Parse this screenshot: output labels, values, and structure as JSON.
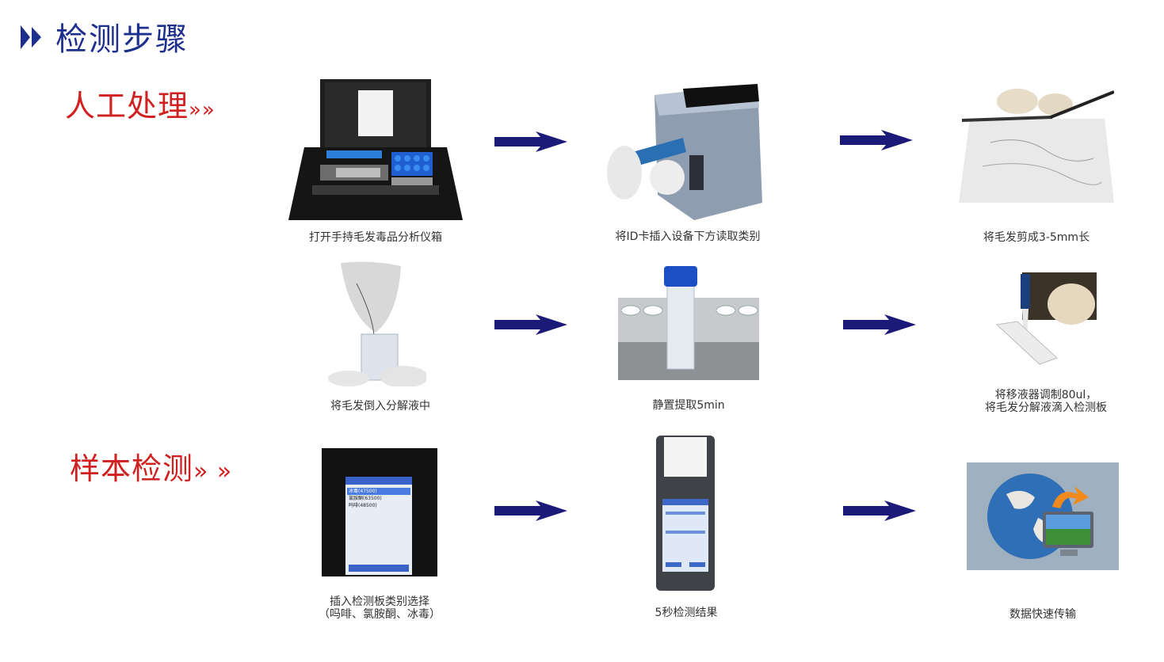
{
  "page": {
    "title": "检测步骤",
    "colors": {
      "title": "#1d2f8c",
      "section": "#d0201f",
      "arrow": "#1c1a78"
    }
  },
  "sections": [
    {
      "label": "人工处理",
      "marker": "»»"
    },
    {
      "label": "样本检测",
      "marker": "» »"
    }
  ],
  "steps": [
    {
      "caption": "打开手持毛发毒品分析仪箱",
      "icon": "carrying-case-photo"
    },
    {
      "caption": "将ID卡插入设备下方读取类别",
      "icon": "id-card-device-photo"
    },
    {
      "caption": "将毛发剪成3-5mm长",
      "icon": "scissors-cutting-hair-photo"
    },
    {
      "caption": "将毛发倒入分解液中",
      "icon": "pour-hair-tube-photo"
    },
    {
      "caption": "静置提取5min",
      "icon": "test-tube-rack-photo"
    },
    {
      "caption_lines": [
        "将移液器调制80ul，",
        "将毛发分解液滴入检测板"
      ],
      "icon": "pipette-test-plate-photo"
    },
    {
      "caption_lines": [
        "插入检测板类别选择",
        "（吗啡、氯胺酮、冰毒）"
      ],
      "icon": "handheld-screen-photo",
      "screen_items": [
        "冰毒(47500)",
        "氯胺酮(63500)",
        "吗啡(48500)"
      ]
    },
    {
      "caption": "5秒检测结果",
      "icon": "printer-device-photo"
    },
    {
      "caption": "数据快速传输",
      "icon": "globe-monitor-photo"
    }
  ]
}
